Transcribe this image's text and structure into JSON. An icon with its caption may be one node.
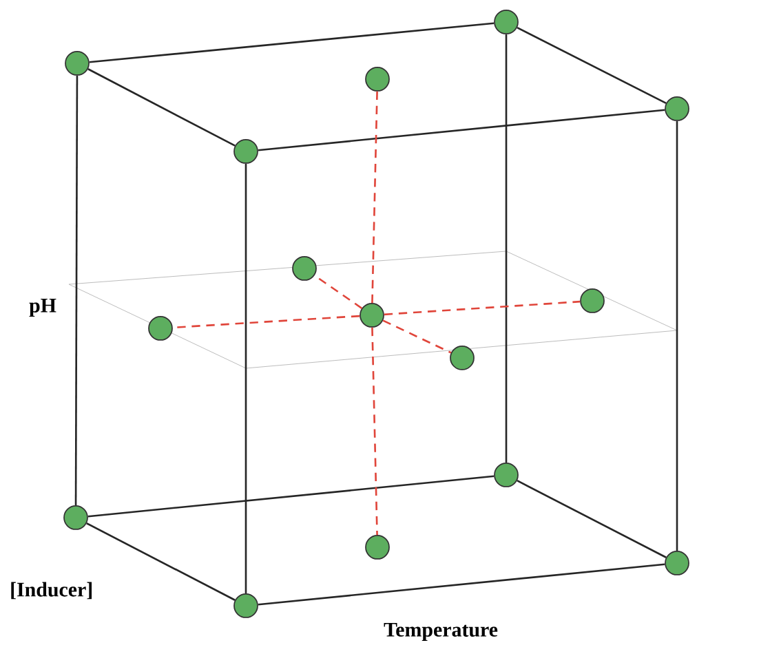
{
  "diagram": {
    "nodes": [
      {
        "text": [],
        "shape": "circle"
      },
      {
        "text": [],
        "shape": "circle"
      },
      {
        "text": [],
        "shape": "circle"
      },
      {
        "text": [],
        "shape": "circle"
      },
      {
        "text": [],
        "shape": "circle"
      },
      {
        "text": [],
        "shape": "circle"
      },
      {
        "text": [],
        "shape": "circle"
      },
      {
        "text": [],
        "shape": "circle"
      },
      {
        "text": [],
        "shape": "circle"
      },
      {
        "text": [],
        "shape": "circle"
      },
      {
        "text": [],
        "shape": "circle"
      },
      {
        "text": [],
        "shape": "circle"
      },
      {
        "text": [],
        "shape": "circle"
      },
      {
        "text": [],
        "shape": "circle"
      },
      {
        "text": [],
        "shape": "circle"
      }
    ],
    "edges": [
      {
        "from": 1,
        "to": 0,
        "arrow": "none"
      },
      {
        "from": 0,
        "to": 3,
        "arrow": "none"
      },
      {
        "from": 3,
        "to": 4,
        "arrow": "none"
      },
      {
        "from": 4,
        "to": 1,
        "arrow": "none"
      },
      {
        "from": 1,
        "to": 11,
        "arrow": "none"
      },
      {
        "from": 4,
        "to": 14,
        "arrow": "none"
      },
      {
        "from": 0,
        "to": 10,
        "arrow": "none"
      },
      {
        "from": 3,
        "to": 13,
        "arrow": "none"
      },
      {
        "from": 11,
        "to": 10,
        "arrow": "none"
      },
      {
        "from": 10,
        "to": 13,
        "arrow": "none"
      },
      {
        "from": 13,
        "to": 14,
        "arrow": "none"
      },
      {
        "from": 14,
        "to": 11,
        "arrow": "none"
      },
      {
        "from": 7,
        "to": 2,
        "arrow": "none",
        "style": "dashed",
        "color": "#e0453a"
      },
      {
        "from": 7,
        "to": 12,
        "arrow": "none",
        "style": "dashed",
        "color": "#e0453a"
      },
      {
        "from": 7,
        "to": 8,
        "arrow": "none",
        "style": "dashed",
        "color": "#e0453a"
      },
      {
        "from": 7,
        "to": 6,
        "arrow": "none",
        "style": "dashed",
        "color": "#e0453a"
      },
      {
        "from": 7,
        "to": 5,
        "arrow": "none",
        "style": "dashed",
        "color": "#e0453a"
      },
      {
        "from": 7,
        "to": 9,
        "arrow": "none",
        "style": "dashed",
        "color": "#e0453a"
      }
    ],
    "labels": [
      "pH",
      "[Inducer]",
      "Temperature"
    ]
  }
}
